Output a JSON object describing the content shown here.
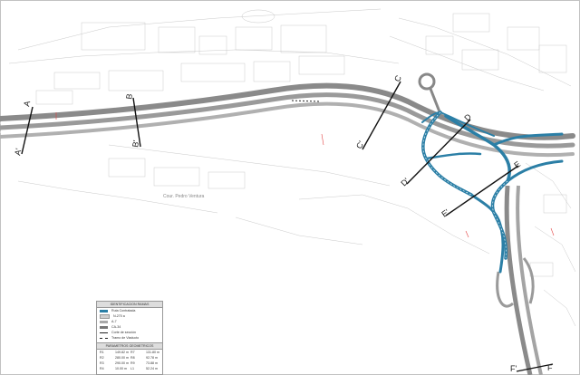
{
  "map": {
    "sections": [
      {
        "a": "A",
        "b": "A'"
      },
      {
        "a": "B",
        "b": "B'"
      },
      {
        "a": "C",
        "b": "C'"
      },
      {
        "a": "D",
        "b": "D'"
      },
      {
        "a": "E",
        "b": "E'"
      },
      {
        "a": "F",
        "b": "F'"
      }
    ],
    "place_label": "Cour. Pedro Ventura",
    "colors": {
      "ramp": "#2b7fa6",
      "road": "#8a8a8a",
      "road_light": "#b0b0b0",
      "base": "#c8c8c8"
    }
  },
  "legend": {
    "title": "IDENTIFICACION RAMAS",
    "items": [
      {
        "label": "Ruta Contratada",
        "color": "#2b7fa6"
      },
      {
        "label": "N-270 a",
        "color": "#cfcfcf"
      },
      {
        "label": "A-7",
        "color": "#a8a8a8"
      },
      {
        "label": "CA-34",
        "color": "#777777"
      }
    ],
    "lines": [
      "Corte de sección",
      "Tramo de Viaducto"
    ],
    "params_title": "PARAMETROS GEOMETRICOS",
    "params": [
      [
        "R1",
        "149.82 m",
        "R7",
        "131.80 m"
      ],
      [
        "R2",
        "280.00 m",
        "R8",
        "92.78 m"
      ],
      [
        "R3",
        "290.00 m",
        "R9",
        "73.88 m"
      ],
      [
        "R4",
        "10.00 m",
        "L1",
        "52.24 m"
      ]
    ]
  }
}
